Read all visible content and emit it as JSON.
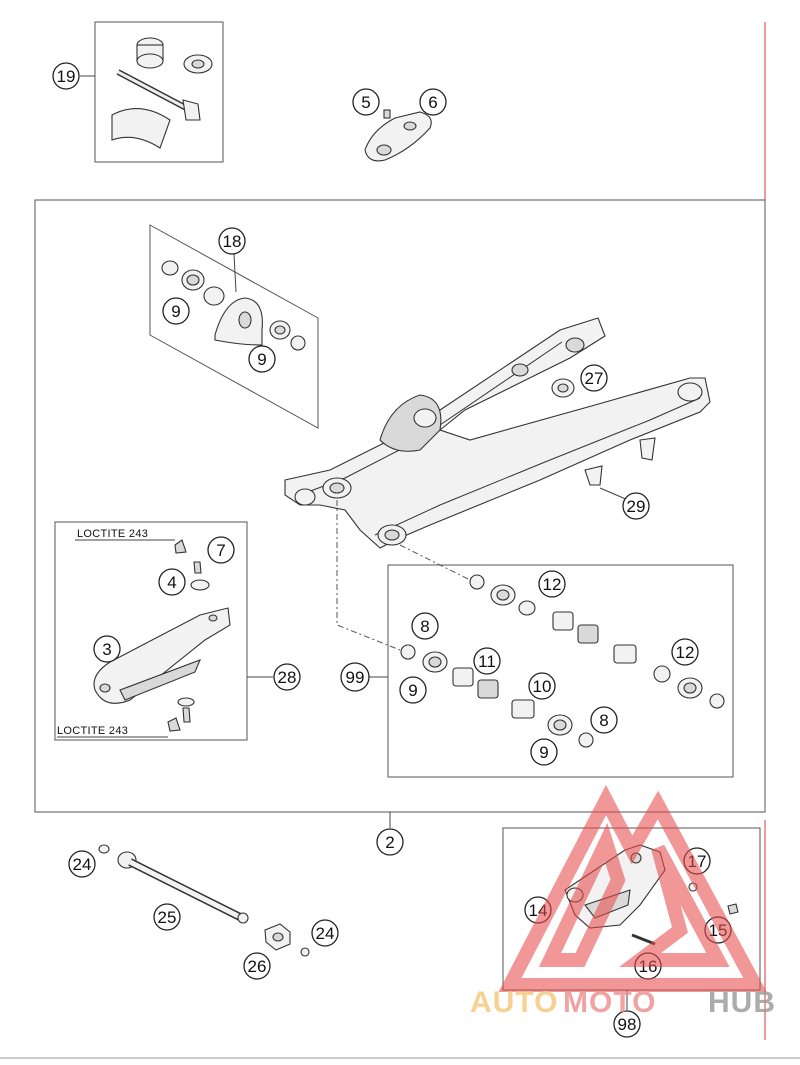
{
  "callouts": {
    "c19": "19",
    "c5": "5",
    "c6": "6",
    "c18": "18",
    "c9a": "9",
    "c9b": "9",
    "c27": "27",
    "c29": "29",
    "c7": "7",
    "c4": "4",
    "c3": "3",
    "c28": "28",
    "c8a": "8",
    "c99": "99",
    "c9c": "9",
    "c11": "11",
    "c10": "10",
    "c12a": "12",
    "c12b": "12",
    "c8b": "8",
    "c9d": "9",
    "c2": "2",
    "c24a": "24",
    "c25": "25",
    "c24b": "24",
    "c26": "26",
    "c17": "17",
    "c14": "14",
    "c15": "15",
    "c16": "16",
    "c98": "98"
  },
  "labels": {
    "loctite_top": "LOCTITE 243",
    "loctite_bottom": "LOCTITE 243"
  },
  "watermark": {
    "word_1": "AUTO",
    "word_2": "MOTO",
    "word_3": "HUB",
    "color_1": "#f5c77a",
    "color_2": "#ee8f8f",
    "color_3": "#9a9a9a",
    "triangle_color": "#e84a4a"
  }
}
